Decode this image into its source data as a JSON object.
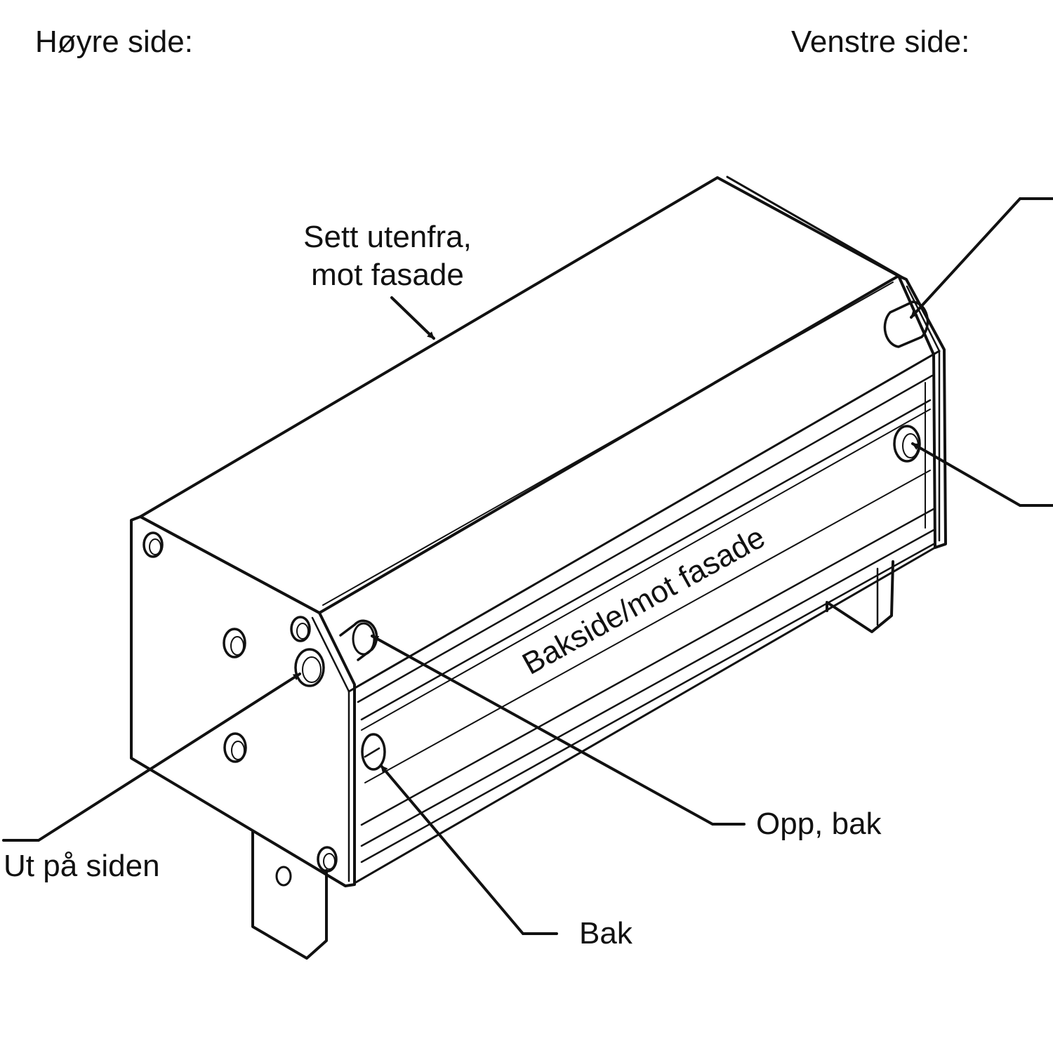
{
  "headings": {
    "right_side": "Høyre side:",
    "left_side": "Venstre side:"
  },
  "labels": {
    "top_line1": "Sett utenfra,",
    "top_line2": "mot fasade",
    "back_face": "Bakside/mot fasade",
    "up_back": "Opp, bak",
    "back": "Bak",
    "side_out": "Ut på siden"
  },
  "colors": {
    "line": "#111111",
    "background": "#ffffff"
  }
}
